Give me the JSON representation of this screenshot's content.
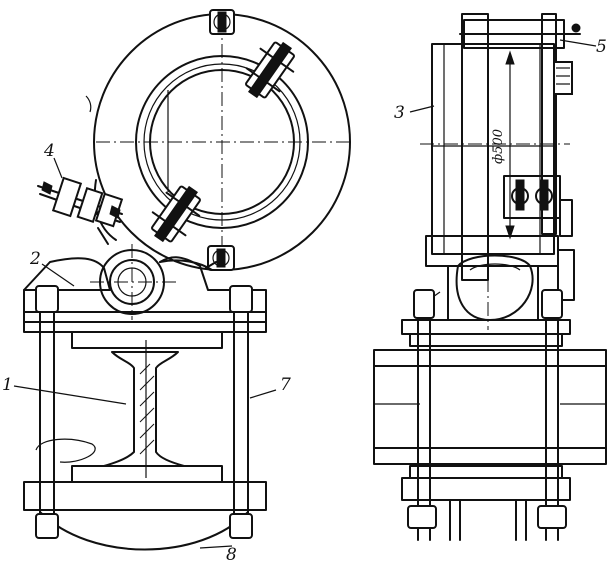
{
  "labels": {
    "part_1": "1",
    "part_2": "2",
    "part_3": "3",
    "part_4": "4",
    "part_5": "5",
    "part_7": "7",
    "part_8": "8"
  },
  "dimension": "ф500"
}
